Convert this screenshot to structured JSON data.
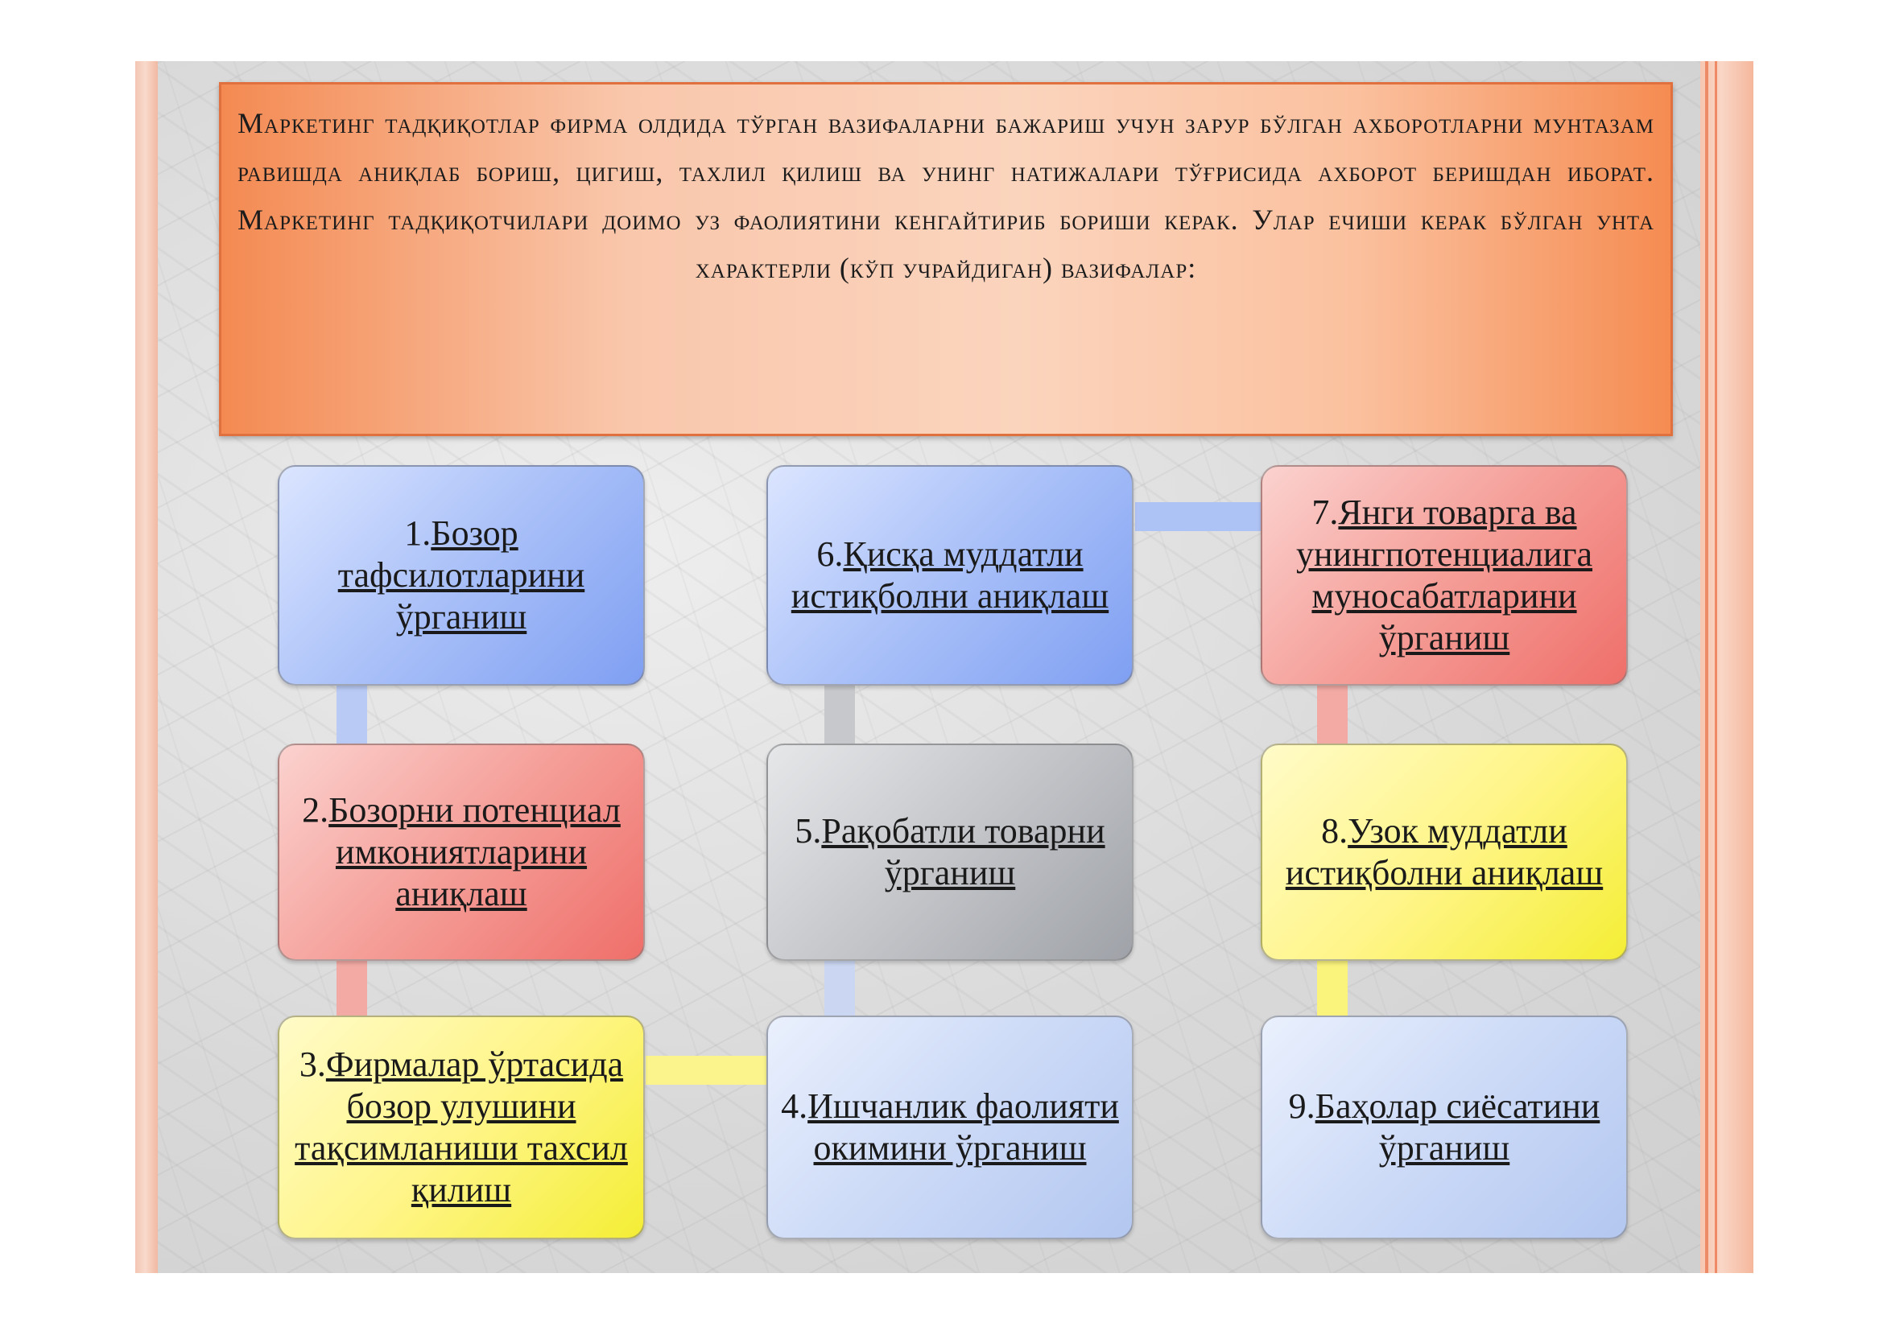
{
  "header": {
    "text": "Маркетинг тадқиқотлар фирма олдида тўрган вазифаларни бажариш учун зарур  бўлган ахборотларни мунтазам равишда аниқлаб бориш, цигиш, тахлил қилиш ва унинг натижалари тўғрисида ахборот беришдан иборат. Маркетинг тадқиқотчилари доимо уз фаолиятини кенгайтириб бориши керак. Улар ечиши керак бўлган унта характерли (кўп учрайдиган) вазифалар:"
  },
  "tasks": [
    {
      "num": "1.",
      "text": "Бозор тафсилотларини ўрганиш",
      "color": "#a9c0f8"
    },
    {
      "num": "2.",
      "text": "Бозорни потенциал имкониятларини аниқлаш",
      "color": "#f59e98"
    },
    {
      "num": "3.",
      "text": "Фирмалар ўртасида бозор улушини тақсимланиши тахсил қилиш",
      "color": "#fff58a"
    },
    {
      "num": "4.",
      "text": "Ишчанлик фаолияти окимини ўрганиш",
      "color": "#ccdaf7"
    },
    {
      "num": "5.",
      "text": "Рақобатли товарни ўрганиш",
      "color": "#c3c5c9"
    },
    {
      "num": "6.",
      "text": "Қисқа муддатли истиқболни аниқлаш",
      "color": "#a9c0f8"
    },
    {
      "num": "7.",
      "text": "Янги товарга ва унингпотенциалига муносабатларини ўрганиш",
      "color": "#f59e98"
    },
    {
      "num": "8.",
      "text": "Узок муддатли истиқболни аниқлаш",
      "color": "#fff58a"
    },
    {
      "num": "9.",
      "text": "Баҳолар сиёсатини ўрганиш",
      "color": "#ccdaf7"
    }
  ]
}
